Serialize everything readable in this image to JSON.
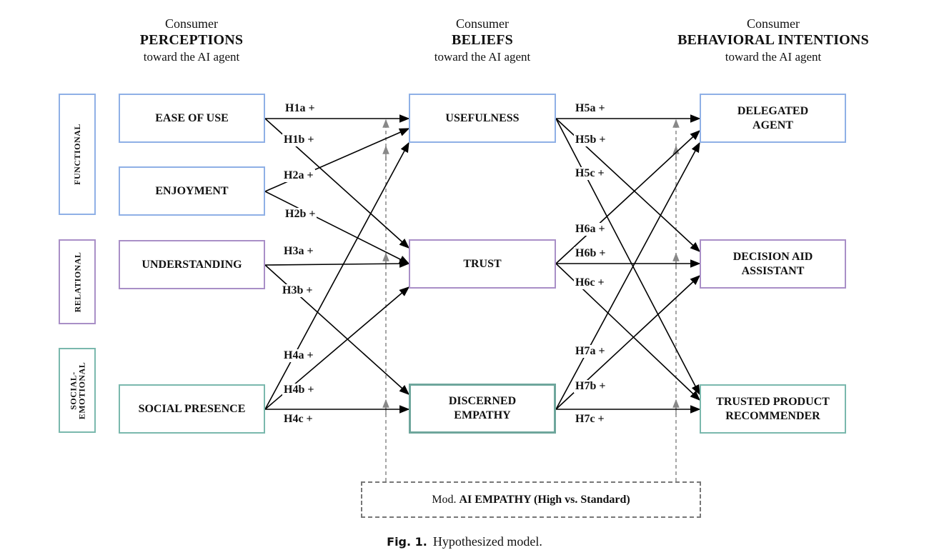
{
  "headers": [
    {
      "line1": "Consumer",
      "line2": "PERCEPTIONS",
      "line3": "toward the AI agent"
    },
    {
      "line1": "Consumer",
      "line2": "BELIEFS",
      "line3": "toward the AI agent"
    },
    {
      "line1": "Consumer",
      "line2": "BEHAVIORAL INTENTIONS",
      "line3": "toward the AI agent"
    }
  ],
  "groups": {
    "functional": "FUNCTIONAL",
    "relational": "RELATIONAL",
    "social_emotional": "SOCIAL-\nEMOTIONAL"
  },
  "perceptions": {
    "ease_of_use": "EASE OF USE",
    "enjoyment": "ENJOYMENT",
    "understanding": "UNDERSTANDING",
    "social_presence": "SOCIAL PRESENCE"
  },
  "beliefs": {
    "usefulness": "USEFULNESS",
    "trust": "TRUST",
    "discerned_empathy": "DISCERNED\nEMPATHY"
  },
  "intentions": {
    "delegated_agent": "DELEGATED\nAGENT",
    "decision_aid": "DECISION AID\nASSISTANT",
    "trusted_recommender": "TRUSTED PRODUCT\nRECOMMENDER"
  },
  "hypotheses": {
    "H1a": "H1a +",
    "H1b": "H1b +",
    "H2a": "H2a +",
    "H2b": "H2b +",
    "H3a": "H3a +",
    "H3b": "H3b +",
    "H4a": "H4a +",
    "H4b": "H4b +",
    "H4c": "H4c +",
    "H5a": "H5a +",
    "H5b": "H5b +",
    "H5c": "H5c +",
    "H6a": "H6a +",
    "H6b": "H6b +",
    "H6c": "H6c +",
    "H7a": "H7a +",
    "H7b": "H7b +",
    "H7c": "H7c +"
  },
  "moderator": {
    "prefix": "Mod.",
    "name": "AI EMPATHY (High vs. Standard)"
  },
  "caption": {
    "label": "Fig. 1.",
    "text": "Hypothesized model."
  }
}
